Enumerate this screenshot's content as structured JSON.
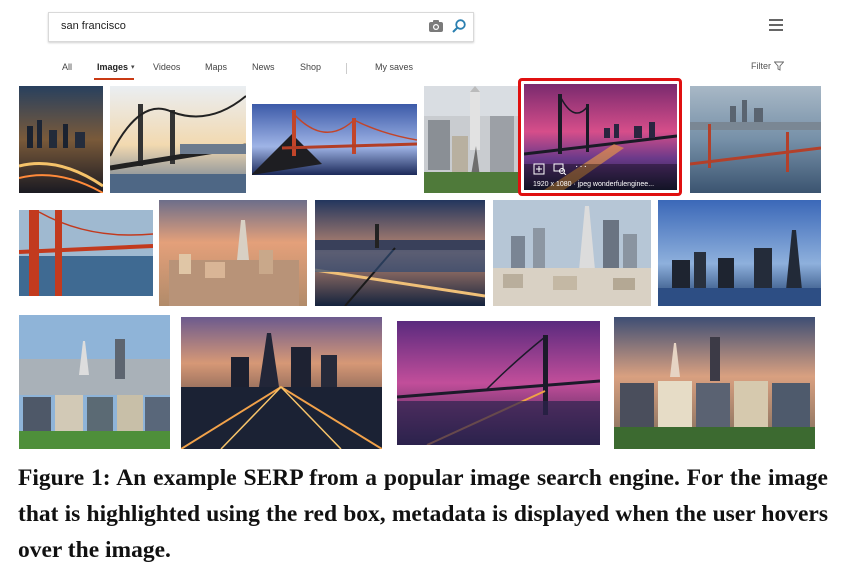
{
  "search": {
    "query": "san francisco"
  },
  "nav": {
    "tabs": [
      "All",
      "Images",
      "Videos",
      "Maps",
      "News",
      "Shop"
    ],
    "my_saves": "My saves",
    "filter": "Filter"
  },
  "hover_metadata": {
    "text": "1920 x 1080 · jpeg   wonderfulenginee..."
  },
  "caption": {
    "text": "Figure 1: An example SERP from a popular image search engine. For the image that is highlighted using the red box, metadata is displayed when the user hovers over the image."
  },
  "colors": {
    "highlight": "#e01010",
    "active_tab_underline": "#c93a14",
    "search_icon": "#2a7fb0"
  }
}
